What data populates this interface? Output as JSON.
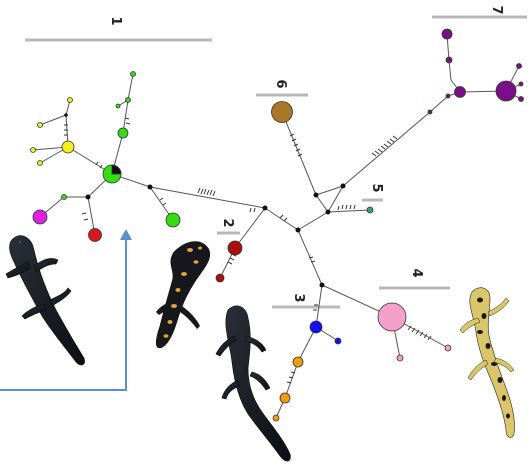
{
  "clusters": [
    {
      "label": "1"
    },
    {
      "label": "2"
    },
    {
      "label": "3"
    },
    {
      "label": "4"
    },
    {
      "label": "5"
    },
    {
      "label": "6"
    },
    {
      "label": "7"
    }
  ],
  "colors": {
    "cluster1_green": "#33dd11",
    "cluster1_yellow": "#f2ee22",
    "cluster1_magenta": "#e020e0",
    "cluster1_red": "#d61a1a",
    "cluster2_red": "#aa1010",
    "cluster3_blue": "#1111ee",
    "cluster3_orange": "#f59a12",
    "cluster4_pink": "#f4a0c8",
    "cluster5_teal": "#2ea57a",
    "cluster6_brown": "#a8772a",
    "cluster7_purple": "#7a1088",
    "arrow_blue": "#5b8fd4",
    "bar_gray": "#b8b8b8"
  }
}
